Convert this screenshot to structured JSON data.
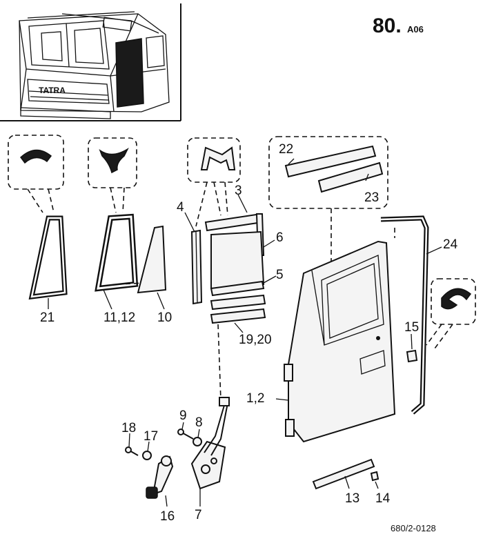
{
  "header": {
    "page_number": "80.",
    "page_suffix": "A06",
    "drawing_code": "680/2-0128"
  },
  "cab_badge": "TATRA",
  "callouts": {
    "c1_2": "1,2",
    "c3": "3",
    "c4": "4",
    "c5": "5",
    "c6": "6",
    "c7": "7",
    "c8": "8",
    "c9": "9",
    "c10": "10",
    "c11_12": "11,12",
    "c13": "13",
    "c14": "14",
    "c15": "15",
    "c16": "16",
    "c17": "17",
    "c18": "18",
    "c19_20": "19,20",
    "c21": "21",
    "c22": "22",
    "c23": "23",
    "c24": "24"
  }
}
